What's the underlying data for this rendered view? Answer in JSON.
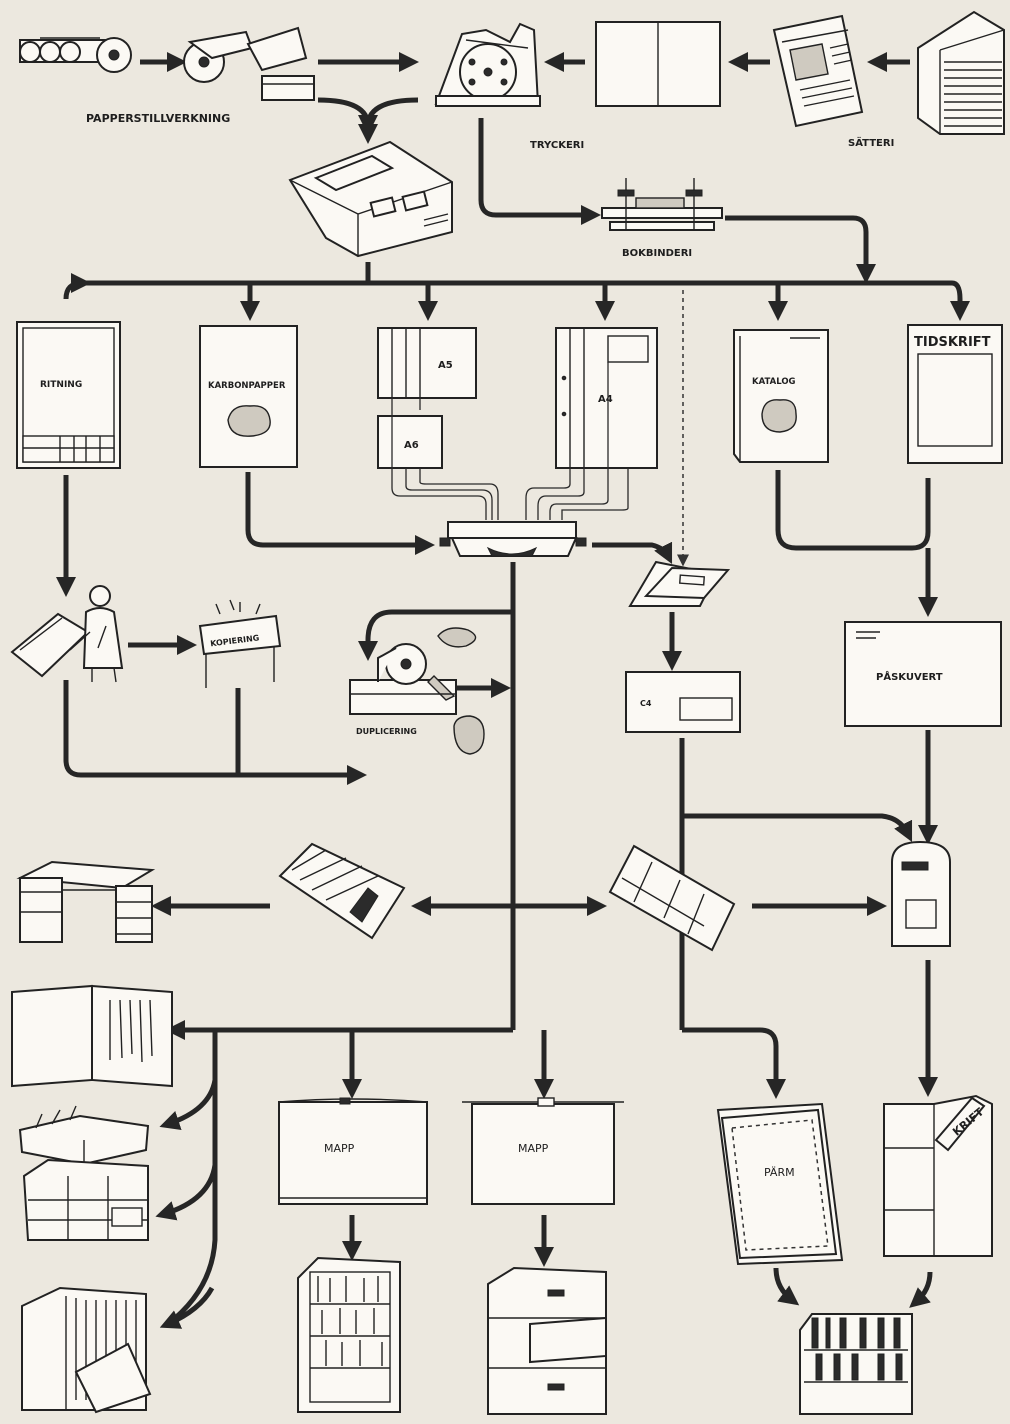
{
  "labels": {
    "papperstillverkning": "PAPPERSTILLVERKNING",
    "tryckeri": "TRYCKERI",
    "satteri": "SÄTTERI",
    "bokbinderi": "BOKBINDERI",
    "ritning": "RITNING",
    "karbonpapper": "KARBONPAPPER",
    "a5": "A5",
    "a6": "A6",
    "a4": "A4",
    "katalog": "KATALOG",
    "tidskrift": "TIDSKRIFT",
    "kopiering": "KOPIERING",
    "duplicering": "DUPLICERING",
    "c4": "C4",
    "paskuvert": "PÅSKUVERT",
    "mapp_1": "MAPP",
    "mapp_2": "MAPP",
    "parm": "PÄRM",
    "krift": "KRIFT"
  },
  "colors": {
    "paper": "#ece8df",
    "ink": "#262626",
    "sheet": "#fbf9f4"
  }
}
